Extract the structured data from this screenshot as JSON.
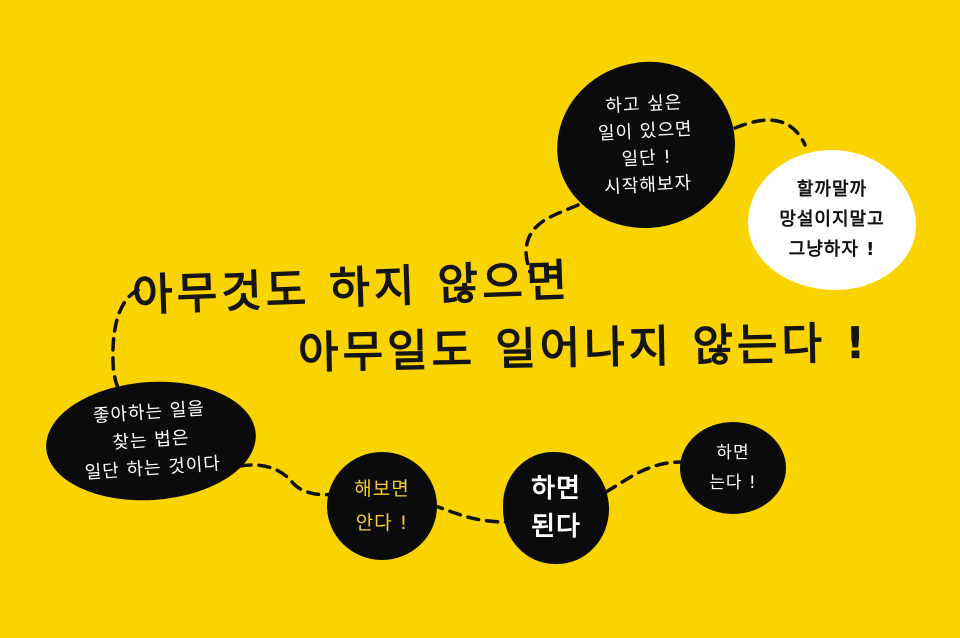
{
  "colors": {
    "background": "#FAD400",
    "blob_dark": "#0b0b0b",
    "blob_light": "#ffffff",
    "text_light": "#ffffff",
    "text_dark": "#111111",
    "text_yellow": "#F4CF2C",
    "dash_line": "#111111"
  },
  "headline": {
    "line1": "아무것도 하지 않으면",
    "line2": "아무일도 일어나지 않는다 !"
  },
  "bubbles": {
    "top": {
      "lines": [
        "하고 싶은",
        "일이 있으면",
        "일단 !",
        "시작해보자"
      ]
    },
    "white": {
      "lines": [
        "할까말까",
        "망설이지말고",
        "그냥하자 !"
      ]
    },
    "left": {
      "lines": [
        "좋아하는 일을",
        "찾는 법은",
        "일단 하는 것이다"
      ]
    },
    "try": {
      "lines": [
        "해보면",
        "안다 !"
      ]
    },
    "do": {
      "lines": [
        "하면",
        "된다"
      ]
    },
    "right": {
      "lines": [
        "하면",
        "는다 !"
      ]
    }
  }
}
